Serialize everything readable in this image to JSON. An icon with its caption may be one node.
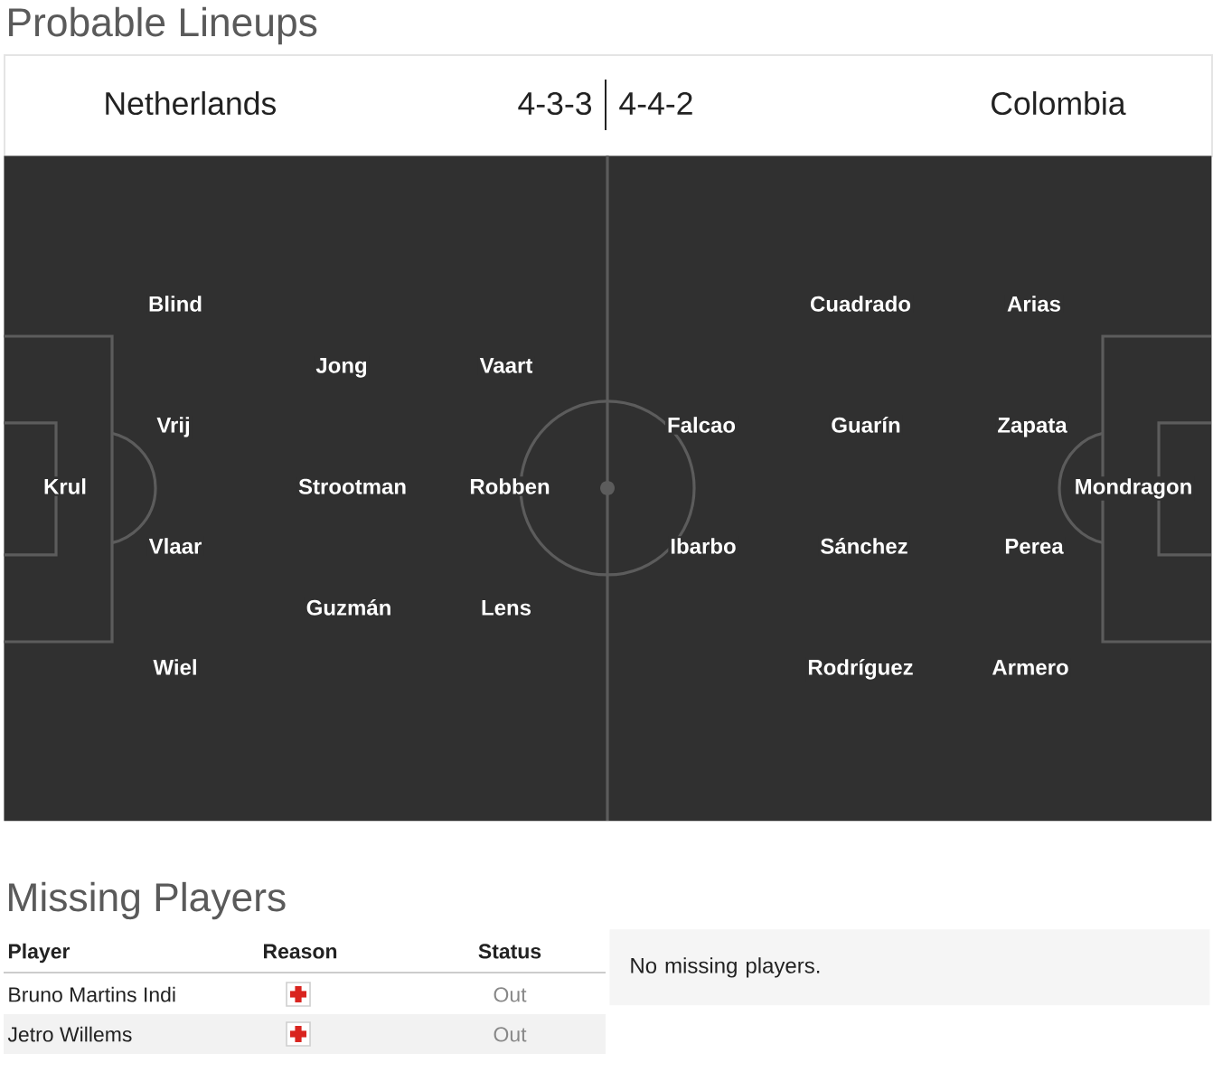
{
  "diagram": {
    "title": "Probable Lineups",
    "nodes": [
      {
        "text": [
          "Netherlands",
          "4-3-3",
          "4-4-2",
          "Colombia"
        ]
      },
      {
        "text": [
          "Blind",
          "Cuadrado",
          "Arias",
          "Jong",
          "Vaart",
          "Vrij",
          "Falcao",
          "Guarín",
          "Zapata",
          "Krul",
          "Strootman",
          "Robben",
          "Mondragon",
          "Vlaar",
          "Ibarbo",
          "Sánchez",
          "Perea",
          "Guzmán",
          "Lens",
          "Wiel",
          "Rodríguez",
          "Armero"
        ]
      },
      {
        "text": [
          "No missing players."
        ]
      }
    ],
    "labels": [
      "Missing Players",
      "Player",
      "Reason",
      "Status",
      "Bruno Martins Indi",
      "Out",
      "Jetro Willems",
      "Out"
    ]
  }
}
